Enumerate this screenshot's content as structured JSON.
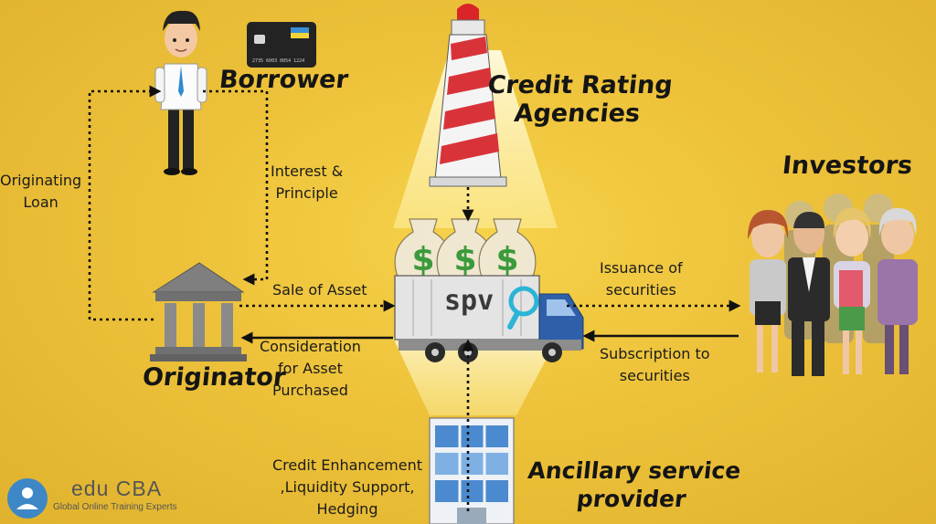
{
  "labels": {
    "borrower": "Borrower",
    "credit_rating": [
      "Credit Rating",
      "Agencies"
    ],
    "investors": "Investors",
    "originator": "Originator",
    "ancillary": [
      "Ancillary service",
      "provider"
    ],
    "spv": "spv"
  },
  "flows": {
    "originating_loan": [
      "Originating",
      "Loan"
    ],
    "interest_principle": [
      "Interest &",
      "Principle"
    ],
    "sale_of_asset": "Sale of Asset",
    "consideration": [
      "Consideration",
      "for Asset",
      "Purchased"
    ],
    "issuance": [
      "Issuance of",
      "securities"
    ],
    "subscription": [
      "Subscription to",
      "securities"
    ],
    "credit_enhancement": [
      "Credit Enhancement",
      ",Liquidity Support,",
      "Hedging"
    ]
  },
  "card_number": "2735 6003 0054 1224",
  "logo": {
    "name": "edu CBA",
    "tagline": "Global Online Training Experts"
  },
  "colors": {
    "background": "#edc23a",
    "arrow": "#111111",
    "spotlight": "#fff6b8"
  }
}
